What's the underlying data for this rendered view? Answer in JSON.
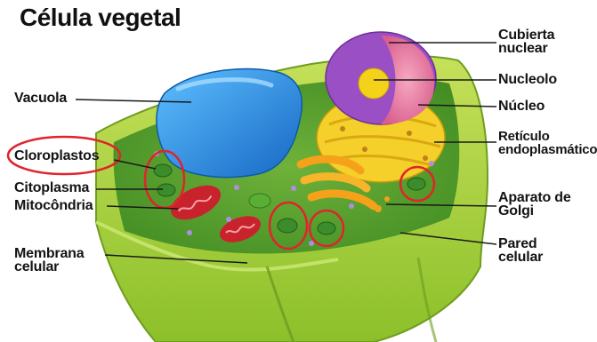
{
  "title": "Célula vegetal",
  "labels": {
    "cubierta_nuclear": [
      "Cubierta",
      "nuclear"
    ],
    "nucleolo": "Nucleolo",
    "nucleo": "Núcleo",
    "vacuola": "Vacuola",
    "cloroplastos": "Cloroplastos",
    "reticulo": [
      "Retículo",
      "endoplasmático"
    ],
    "citoplasma": "Citoplasma",
    "mitocondria": "Mitocôndria",
    "aparato_golgi": [
      "Aparato de",
      "Golgi"
    ],
    "membrana": [
      "Membrana",
      "celular"
    ],
    "pared": [
      "Pared",
      "celular"
    ]
  },
  "colors": {
    "cell_wall": "#9ccf2e",
    "cytoplasm": "#5a9e2a",
    "vacuole": "#2f8fe0",
    "nucleus_envelope": "#9b4fc4",
    "nucleus_inside": "#ef86a6",
    "nucleolus": "#f5d21a",
    "er": "#f2c21a",
    "mitochondria": "#c8232c",
    "chloroplast": "#3c8c2b",
    "highlight_circle": "#e0242b"
  }
}
